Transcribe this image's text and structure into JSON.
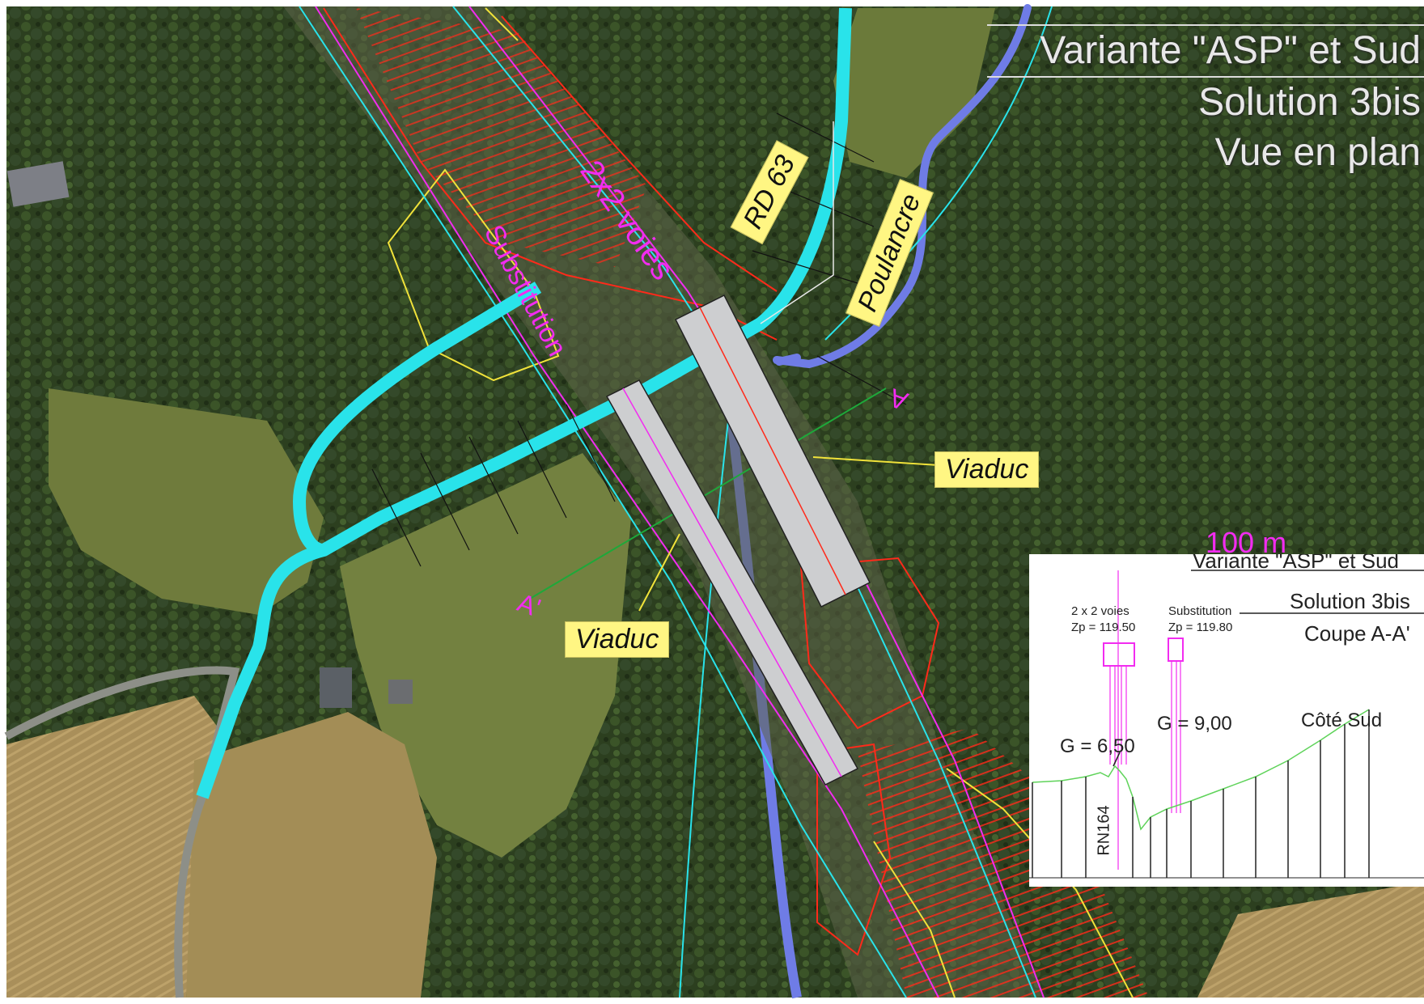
{
  "title": {
    "line1": "Variante \"ASP\" et Sud",
    "line2": "Solution 3bis",
    "line3": "Vue en plan"
  },
  "road_labels": {
    "rd63": "RD 63",
    "poulancre": "Poulancre",
    "viaduc_right": "Viaduc",
    "viaduc_left": "Viaduc"
  },
  "pink_labels": {
    "substitution": "Substitution",
    "two_by_two": "2x2 voies",
    "scale": "100 m",
    "section_mark_top": "A",
    "section_mark_bottom": "A'"
  },
  "inset": {
    "title1": "Variante \"ASP\" et Sud",
    "title2": "Solution 3bis",
    "title3": "Coupe A-A'",
    "left_label": "2 x 2 voies",
    "left_zp": "Zp = 119.50",
    "right_label": "Substitution",
    "right_zp": "Zp = 119.80",
    "g_left": "G = 6,50",
    "g_right": "G = 9,00",
    "side": "Côté Sud",
    "road": "RN164"
  },
  "colors": {
    "forest": "#2d4020",
    "meadow": "#6f7b3c",
    "field": "#a98f5a",
    "cyan": "#29e3ea",
    "river": "#6f7ce6",
    "pink": "#f22cf0",
    "label_yellow": "#fff683"
  }
}
